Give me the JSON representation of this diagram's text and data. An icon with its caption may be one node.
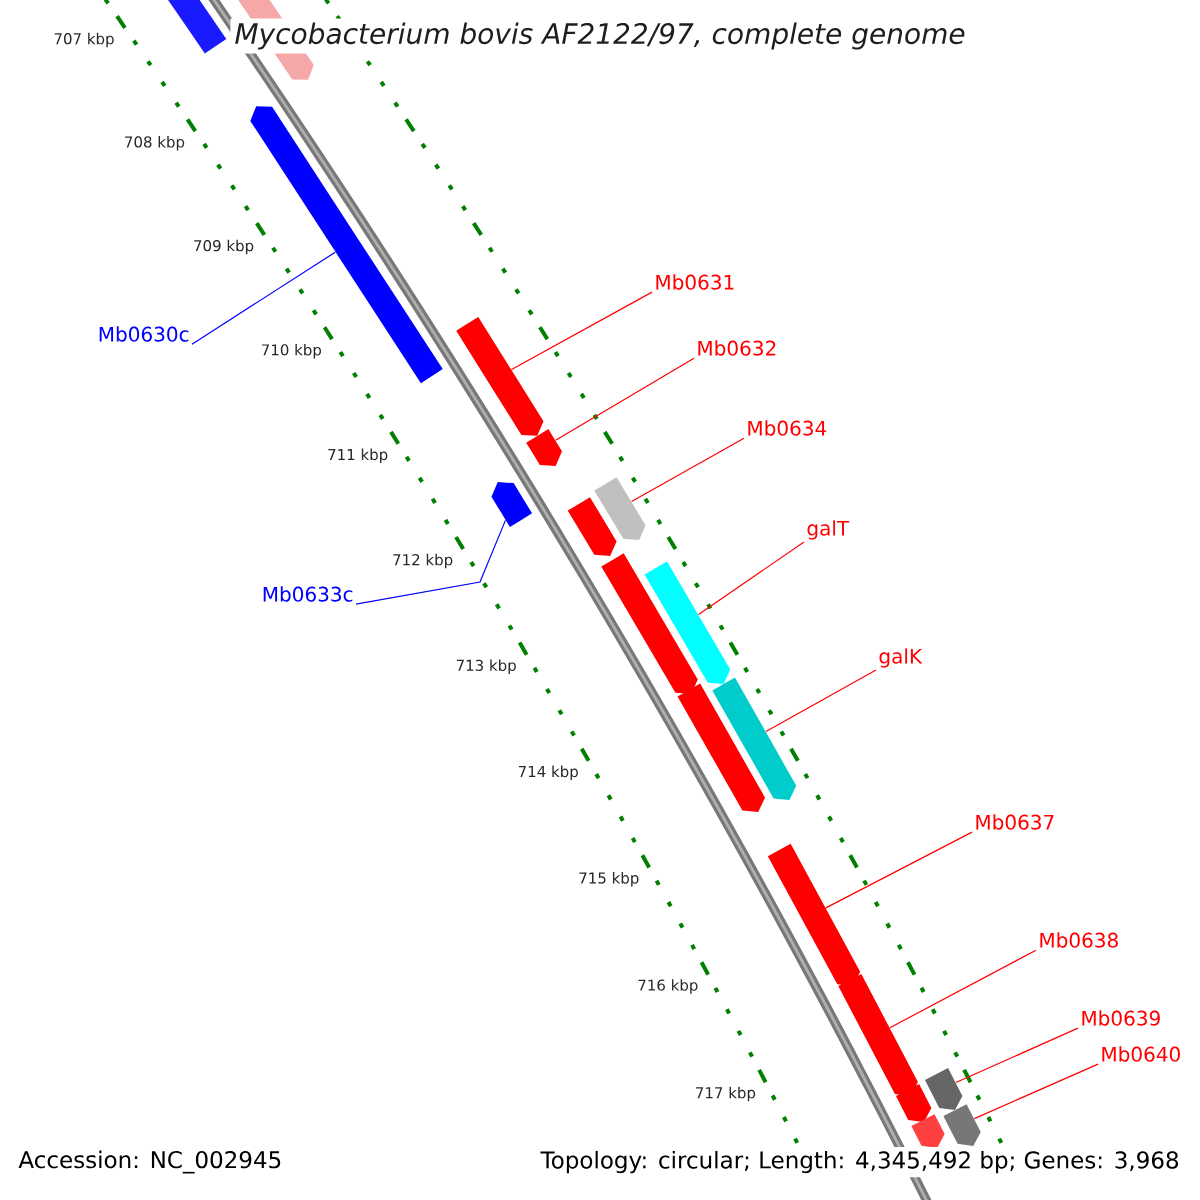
{
  "diagram": {
    "title": "Mycobacterium bovis AF2122/97, complete genome",
    "nodes": [
      {
        "text": [
          "Mb0630c"
        ]
      },
      {
        "text": [
          "Mb0633c"
        ]
      },
      {
        "text": [
          "Mb0631"
        ]
      },
      {
        "text": [
          "Mb0632"
        ]
      },
      {
        "text": [
          "Mb0634"
        ]
      },
      {
        "text": [
          "galT"
        ]
      },
      {
        "text": [
          "galK"
        ]
      },
      {
        "text": [
          "Mb0637"
        ]
      },
      {
        "text": [
          "Mb0638"
        ]
      },
      {
        "text": [
          "Mb0639"
        ]
      },
      {
        "text": [
          "Mb0640"
        ]
      },
      {
        "text": [],
        "shape": "bar"
      },
      {
        "text": [],
        "shape": "bar"
      },
      {
        "text": [],
        "shape": "bar"
      },
      {
        "text": [],
        "shape": "bar"
      },
      {
        "text": [],
        "shape": "bar"
      },
      {
        "text": [],
        "shape": "bar"
      },
      {
        "text": [],
        "shape": "bar"
      },
      {
        "text": [],
        "shape": "bar"
      },
      {
        "text": [],
        "shape": "bar"
      },
      {
        "text": [],
        "shape": "bar"
      },
      {
        "text": [],
        "shape": "bar"
      },
      {
        "text": [],
        "shape": "bar"
      },
      {
        "text": [],
        "shape": "bar"
      },
      {
        "text": [],
        "shape": "bar"
      },
      {
        "text": [],
        "shape": "bar"
      },
      {
        "text": [],
        "shape": "bar"
      },
      {
        "text": [],
        "shape": "bar"
      },
      {
        "text": [],
        "shape": "bar"
      }
    ],
    "edges": [
      {
        "from": 0,
        "to": 13,
        "arrow": "none",
        "color": "#0000ff"
      },
      {
        "from": 1,
        "to": 16,
        "arrow": "none",
        "color": "#0000ff"
      },
      {
        "from": 2,
        "to": 14,
        "arrow": "none"
      },
      {
        "from": 3,
        "to": 15,
        "arrow": "none"
      },
      {
        "from": 4,
        "to": 18,
        "arrow": "none"
      },
      {
        "from": 5,
        "to": 20,
        "arrow": "none"
      },
      {
        "from": 6,
        "to": 22,
        "arrow": "none"
      },
      {
        "from": 7,
        "to": 23,
        "arrow": "none"
      },
      {
        "from": 8,
        "to": 24,
        "arrow": "none"
      },
      {
        "from": 9,
        "to": 25,
        "arrow": "none"
      },
      {
        "from": 10,
        "to": 27,
        "arrow": "none"
      }
    ],
    "labels": [
      "707 kbp",
      "708 kbp",
      "709 kbp",
      "710 kbp",
      "711 kbp",
      "712 kbp",
      "713 kbp",
      "714 kbp",
      "715 kbp",
      "716 kbp",
      "717 kbp",
      "Accession: NC_002945",
      "Topology: circular; Length: 4,345,492 bp; Genes: 3,968"
    ]
  }
}
